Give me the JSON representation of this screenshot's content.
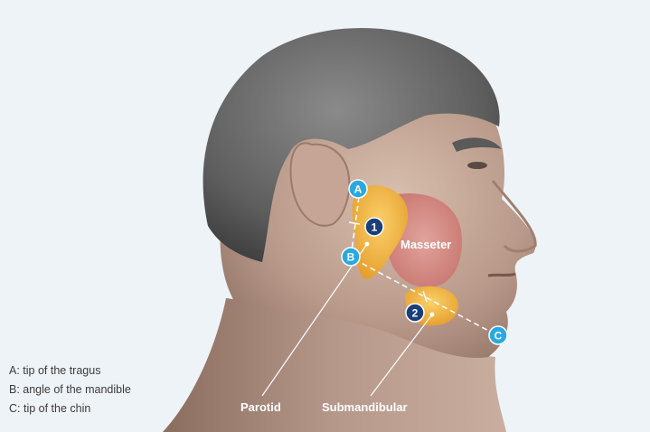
{
  "labels": {
    "masseter": "Masseter",
    "parotid": "Parotid",
    "submandibular": "Submandibular"
  },
  "markers": {
    "a": "A",
    "b": "B",
    "c": "C",
    "gland_1": "1",
    "gland_2": "2"
  },
  "legend": [
    "A: tip of the tragus",
    "B: angle of the mandible",
    "C: tip of the chin"
  ],
  "colors": {
    "background": "#eef3f7",
    "landmark_marker": "#29a9e0",
    "gland_marker": "#1a3f7a",
    "gland": "#f1b13a",
    "muscle": "#d98b86"
  }
}
